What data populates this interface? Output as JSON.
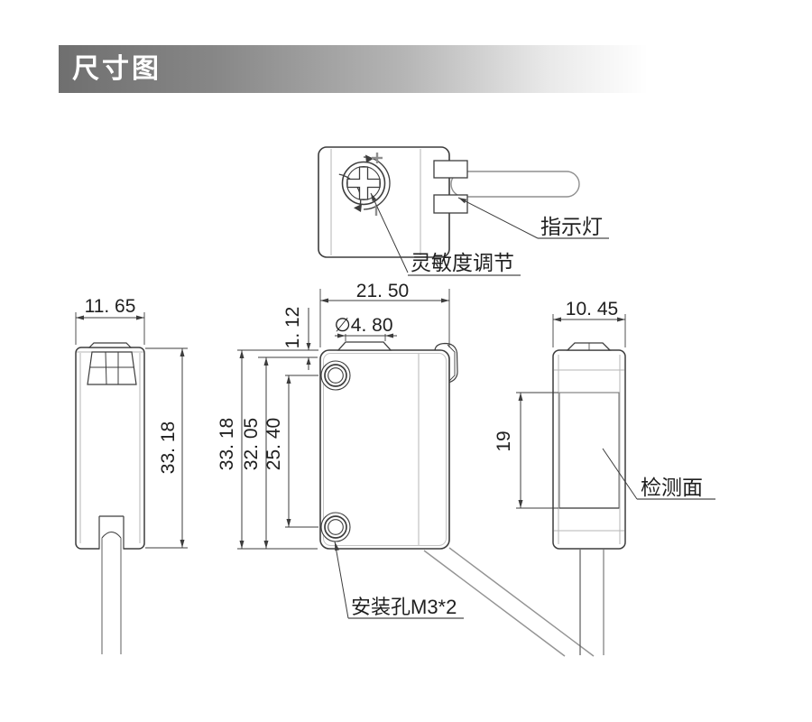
{
  "title_banner": {
    "title": "尺寸图"
  },
  "colors": {
    "banner_start": "#6f6f6f",
    "banner_end": "#ffffff",
    "line_dark": "#3d3d3d",
    "line_light": "#b5b5b5",
    "cable_gray": "#949494",
    "text": "#1f1f1f"
  },
  "top_view": {
    "label_sensitivity": "灵敏度调节",
    "label_indicator": "指示灯",
    "plus_mark": "+",
    "minus_mark": "|"
  },
  "left_view": {
    "dim_width": "11. 65",
    "dim_height": "33. 18"
  },
  "front_view": {
    "dim_width": "21. 50",
    "dim_lens_diameter": "∅4. 80",
    "dim_top_offset": "1. 12",
    "dim_height": "33. 18",
    "dim_inner_height": "32. 05",
    "dim_hole_spacing": "25. 40",
    "label_mounting_hole": "安装孔M3*2"
  },
  "right_view": {
    "dim_width": "10. 45",
    "dim_window_height": "19",
    "label_detection_face": "检测面"
  }
}
